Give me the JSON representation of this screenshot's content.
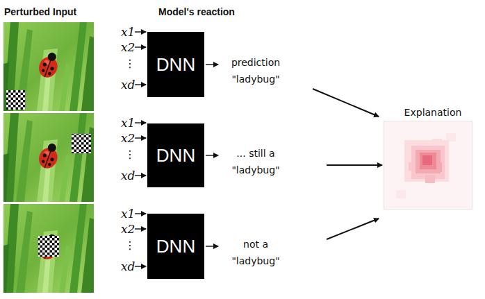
{
  "diagram": {
    "nodes": [
      {
        "text": [
          "DNN"
        ]
      },
      {
        "text": [
          "DNN"
        ]
      },
      {
        "text": [
          "DNN"
        ]
      },
      {
        "text": [
          "Explanation"
        ]
      }
    ],
    "labels": [
      "Perturbed Input",
      "Model's reaction",
      "x1",
      "x2",
      "⋮",
      "xd",
      "prediction \"ladybug\"",
      "x1",
      "x2",
      "⋮",
      "xd",
      "... still a \"ladybug\"",
      "x1",
      "x2",
      "⋮",
      "xd",
      "not a \"ladybug\""
    ]
  }
}
